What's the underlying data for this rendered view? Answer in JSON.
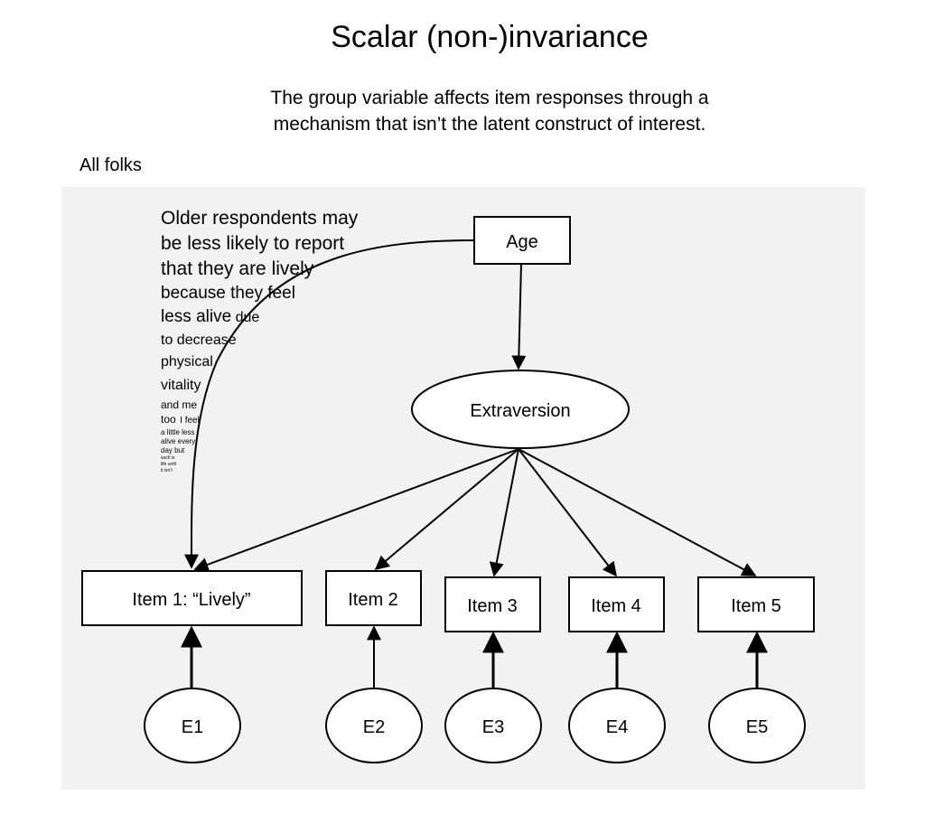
{
  "title": "Scalar (non-)invariance",
  "subtitle_line1": "The group variable affects item responses through a",
  "subtitle_line2": "mechanism that isn’t the latent construct of interest.",
  "section_label": "All folks",
  "nodes": {
    "age": "Age",
    "extraversion": "Extraversion",
    "item1": "Item 1: “Lively”",
    "item2": "Item 2",
    "item3": "Item 3",
    "item4": "Item 4",
    "item5": "Item 5",
    "e1": "E1",
    "e2": "E2",
    "e3": "E3",
    "e4": "E4",
    "e5": "E5"
  },
  "annotation": {
    "l1": "Older respondents may",
    "l2": "be less likely to report",
    "l3": "that they are lively",
    "l4": "because they feel",
    "l5a": "less alive",
    "l5b": "due",
    "l6": "to decrease",
    "l7": "physical",
    "l8": "vitality",
    "l9": "and me",
    "l10a": "too",
    "l10b": "I feel",
    "l11": "a  little less",
    "l12": "alive every",
    "l13": "day but",
    "l14": "such is",
    "l15": "life until",
    "l16": "it isn’t"
  },
  "colors": {
    "panel": "#f2f2f2",
    "stroke": "#000000"
  }
}
